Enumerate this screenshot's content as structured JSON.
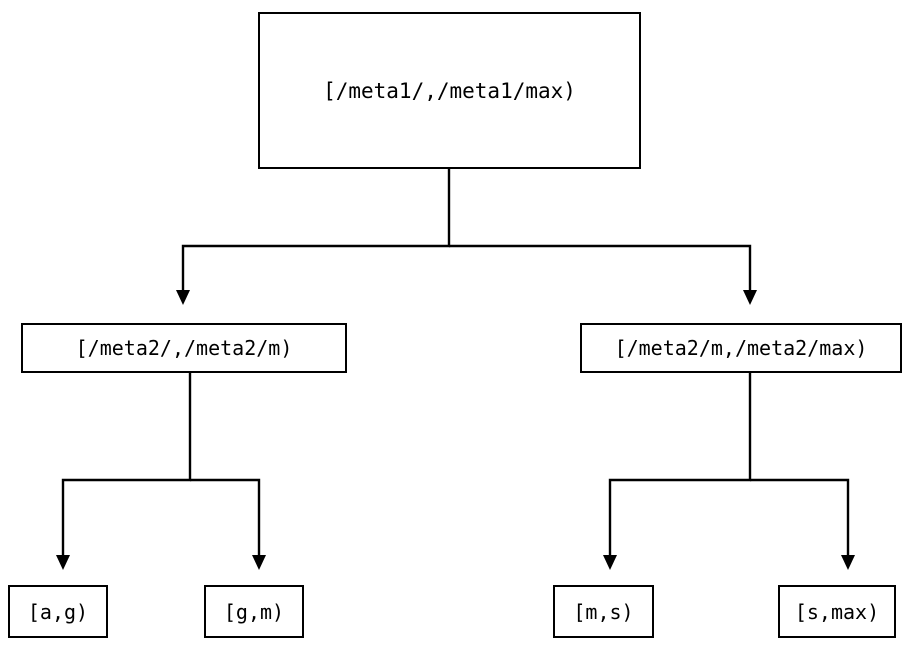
{
  "diagram": {
    "type": "tree",
    "title": "",
    "background_color": "#ffffff",
    "line_color": "#000000",
    "text_color": "#000000",
    "levels": 3,
    "nodes": {
      "root": {
        "id": "root",
        "label": "[/meta1/,/meta1/max)"
      },
      "mid_left": {
        "id": "mid-left",
        "label": "[/meta2/,/meta2/m)"
      },
      "mid_right": {
        "id": "mid-right",
        "label": "[/meta2/m,/meta2/max)"
      },
      "leaf_1": {
        "id": "leaf-a-g",
        "label": "[a,g)"
      },
      "leaf_2": {
        "id": "leaf-g-m",
        "label": "[g,m)"
      },
      "leaf_3": {
        "id": "leaf-m-s",
        "label": "[m,s)"
      },
      "leaf_4": {
        "id": "leaf-s-max",
        "label": "[s,max)"
      }
    },
    "edges": [
      {
        "from": "root",
        "to": "mid_left",
        "arrow": "down"
      },
      {
        "from": "root",
        "to": "mid_right",
        "arrow": "down"
      },
      {
        "from": "mid_left",
        "to": "leaf_1",
        "arrow": "down"
      },
      {
        "from": "mid_left",
        "to": "leaf_2",
        "arrow": "down"
      },
      {
        "from": "mid_right",
        "to": "leaf_3",
        "arrow": "down"
      },
      {
        "from": "mid_right",
        "to": "leaf_4",
        "arrow": "down"
      }
    ]
  }
}
